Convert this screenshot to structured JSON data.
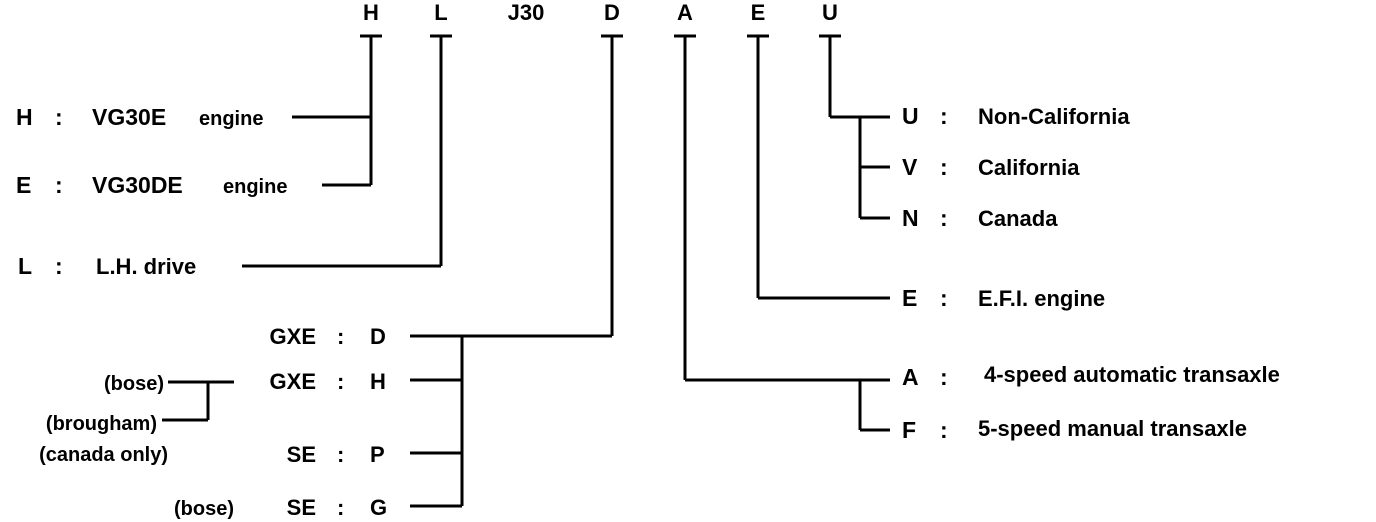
{
  "code": {
    "c1": "H",
    "c2": "L",
    "c3": "J30",
    "c4": "D",
    "c5": "A",
    "c6": "E",
    "c7": "U"
  },
  "sep": ":",
  "engine": {
    "opt1_code": "H",
    "opt1_name": "VG30E",
    "opt1_suffix": "engine",
    "opt2_code": "E",
    "opt2_name": "VG30DE",
    "opt2_suffix": "engine"
  },
  "drive": {
    "code": "L",
    "desc": "L.H. drive"
  },
  "grade": {
    "rows": [
      {
        "grade": "GXE",
        "code": "D"
      },
      {
        "grade": "GXE",
        "code": "H"
      },
      {
        "grade": "SE",
        "code": "P"
      },
      {
        "grade": "SE",
        "code": "G"
      }
    ],
    "note_bose": "(bose)",
    "note_brougham": "(brougham)",
    "note_canada": "(canada only)",
    "note_bose2": "(bose)"
  },
  "market": {
    "rows": [
      {
        "code": "U",
        "desc": "Non-California"
      },
      {
        "code": "V",
        "desc": "California"
      },
      {
        "code": "N",
        "desc": "Canada"
      }
    ]
  },
  "efi": {
    "code": "E",
    "desc": "E.F.I. engine"
  },
  "transaxle": {
    "rows": [
      {
        "code": "A",
        "desc": "4-speed automatic transaxle"
      },
      {
        "code": "F",
        "desc": "5-speed manual transaxle"
      }
    ]
  }
}
